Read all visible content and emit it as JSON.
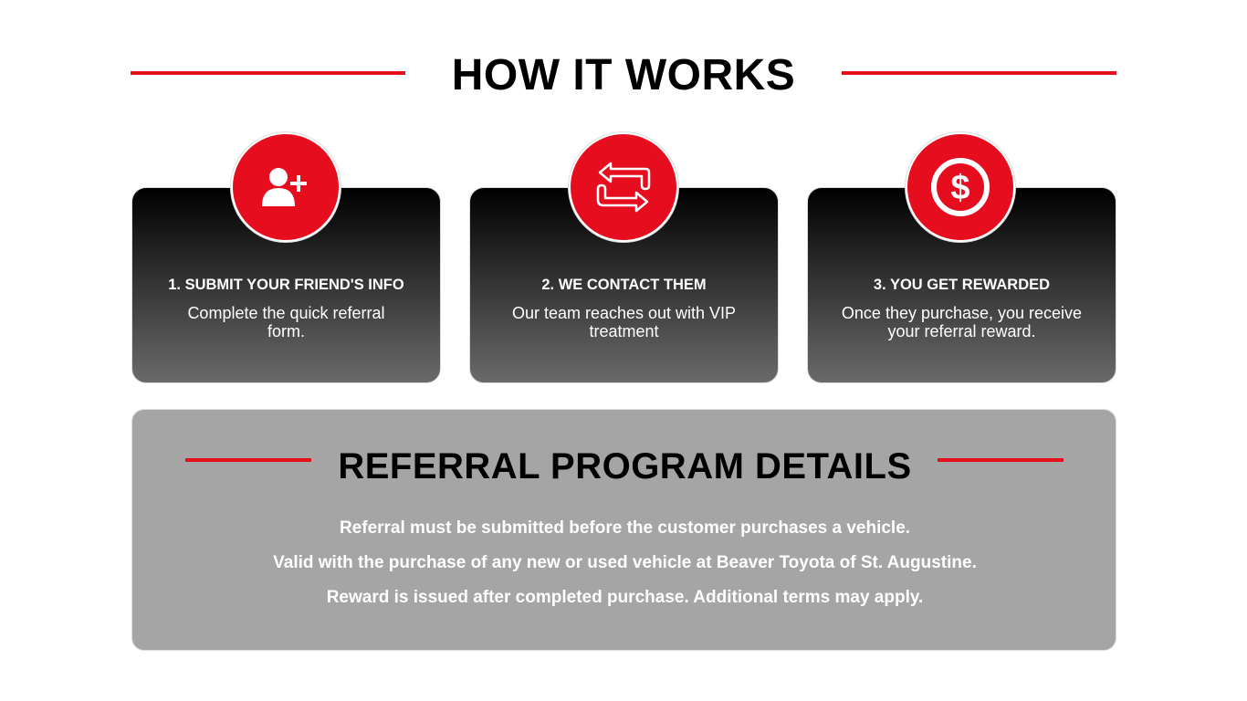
{
  "header": {
    "title": "HOW IT WORKS"
  },
  "steps": [
    {
      "title": "1. SUBMIT YOUR FRIEND'S INFO",
      "desc": "Complete the quick referral form.",
      "icon": "user-plus-icon"
    },
    {
      "title": "2. WE CONTACT THEM",
      "desc": "Our team reaches out with VIP treatment",
      "icon": "exchange-arrows-icon"
    },
    {
      "title": "3. YOU GET REWARDED",
      "desc": "Once they purchase, you receive your referral reward.",
      "icon": "dollar-icon"
    }
  ],
  "details": {
    "title": "REFERRAL PROGRAM DETAILS",
    "lines": [
      "Referral must be submitted before the customer purchases a vehicle.",
      "Valid with the purchase of any new or used vehicle at Beaver Toyota of St. Augustine.",
      "Reward is issued after completed purchase. Additional terms may apply."
    ]
  },
  "colors": {
    "accent": "#e60d1f",
    "details_bg": "#a5a5a5"
  }
}
